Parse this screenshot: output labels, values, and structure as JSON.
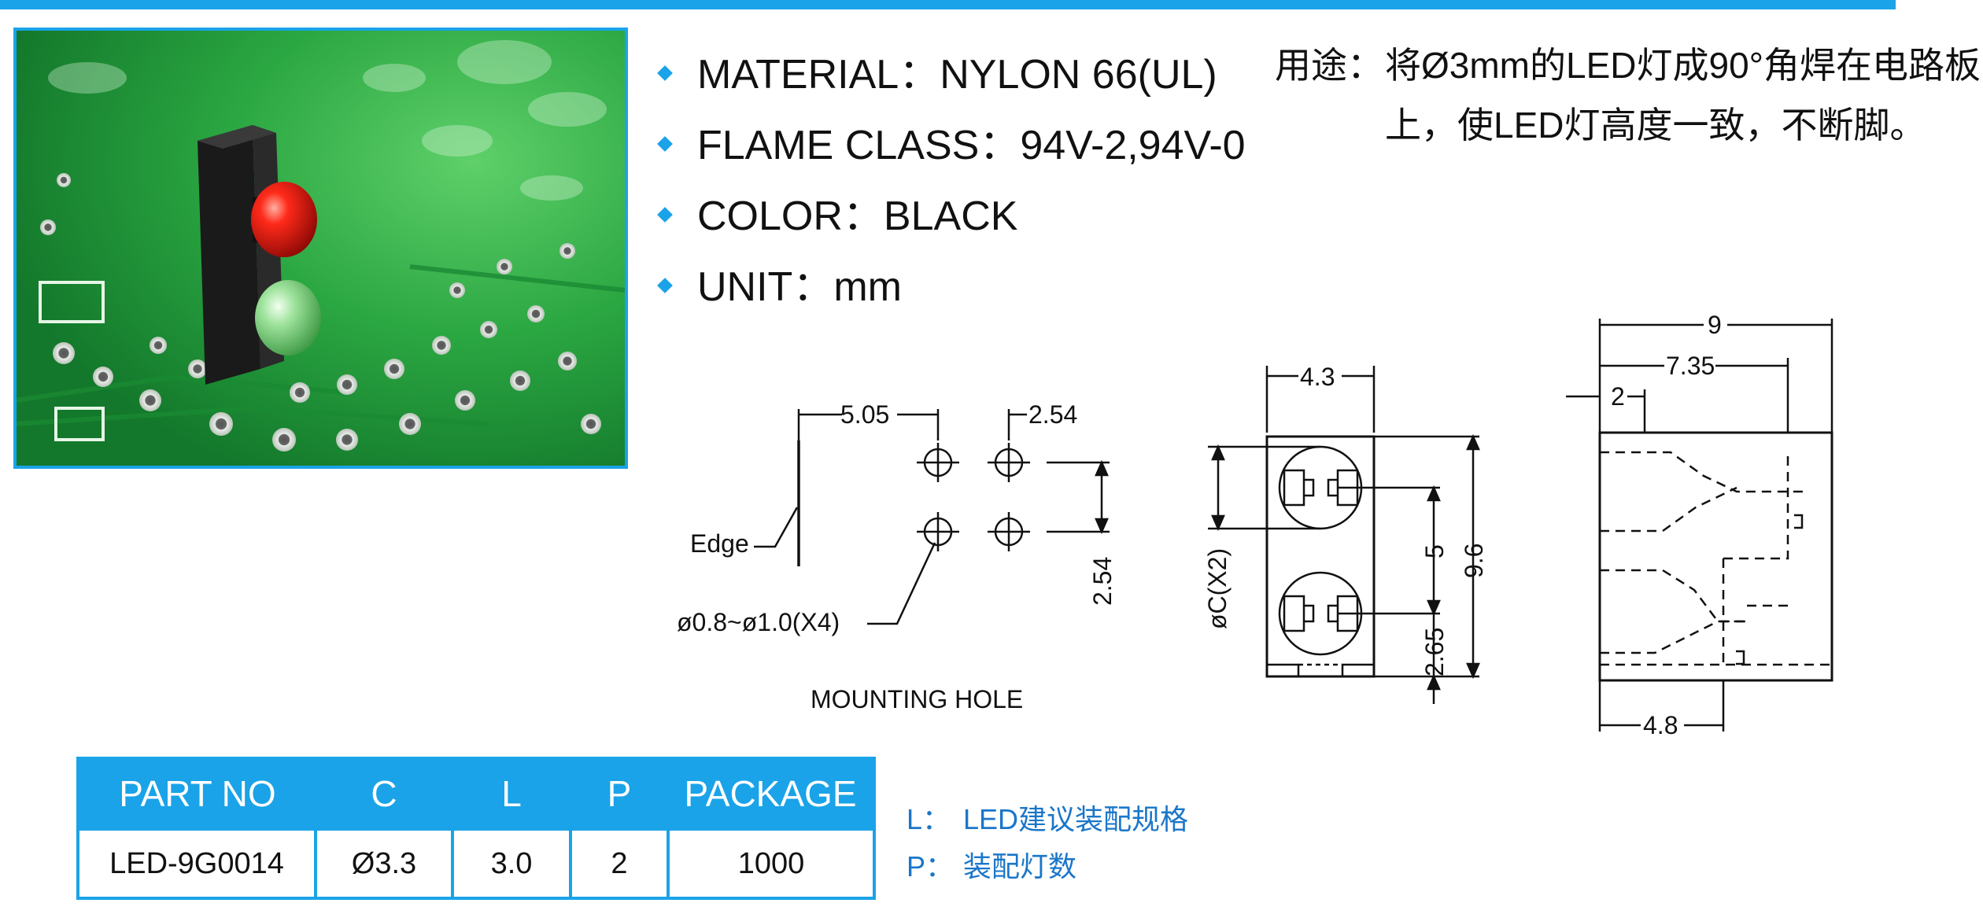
{
  "colors": {
    "accent": "#1aa3e8",
    "note_text": "#1a76c9",
    "pcb_green": "#1f9a3a"
  },
  "photo": {
    "image_label": "LED holder on PCB photo"
  },
  "specs": [
    {
      "label": "MATERIAL：",
      "value": "NYLON 66(UL)"
    },
    {
      "label": "FLAME CLASS：",
      "value": "94V-2,94V-0"
    },
    {
      "label": "COLOR：",
      "value": "BLACK"
    },
    {
      "label": "UNIT：",
      "value": "mm"
    }
  ],
  "usage": {
    "label": "用途：",
    "text": "将Ø3mm的LED灯成90°角焊在电路板上，使LED灯高度一致，不断脚。"
  },
  "mounting": {
    "dim_pitch": "5.05",
    "dim_spacing": "2.54",
    "dim_vertical": "2.54",
    "edge_label": "Edge",
    "hole_label": "ø0.8~ø1.0(X4)",
    "title": "MOUNTING  HOLE"
  },
  "front_view": {
    "dim_width": "4.3",
    "dim_c": "øC(X2)",
    "dim_pitch": "5",
    "dim_height": "9.6",
    "dim_bottom": "2.65"
  },
  "side_view": {
    "dim_total": "9",
    "dim_inner": "7.35",
    "dim_offset": "2",
    "dim_bottom": "4.8"
  },
  "table": {
    "headers": [
      "PART NO",
      "C",
      "L",
      "P",
      "PACKAGE"
    ],
    "rows": [
      [
        "LED-9G0014",
        "Ø3.3",
        "3.0",
        "2",
        "1000"
      ]
    ]
  },
  "notes": [
    {
      "key": "L：",
      "text": "LED建议装配规格"
    },
    {
      "key": "P：",
      "text": "装配灯数"
    }
  ]
}
